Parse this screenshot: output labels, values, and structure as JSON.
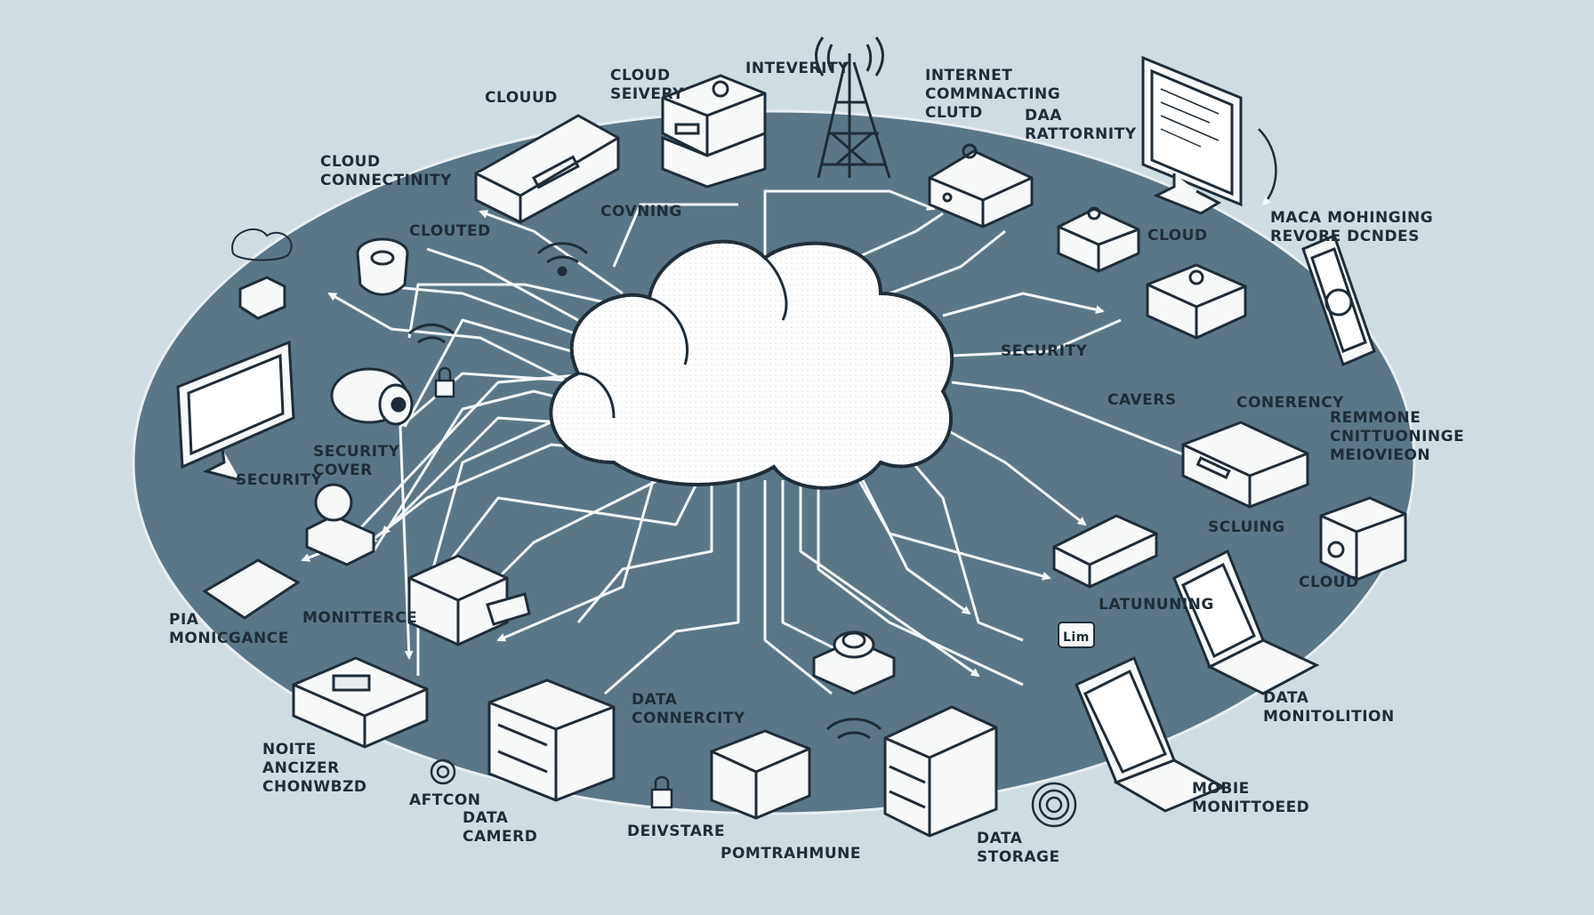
{
  "colors": {
    "background": "#cfdde3",
    "platform": "#5b7787",
    "line": "#f4f7f8",
    "device_fill": "#f7f8f8",
    "device_stroke": "#1f2d38",
    "cloud_fill": "#ffffff"
  },
  "labels": {
    "cloud_server": [
      "CLOUD",
      "SEIVERY"
    ],
    "clouud": [
      "CLOUUD"
    ],
    "interverity": [
      "INTEVERITY"
    ],
    "internet_connecting": [
      "INTERNET",
      "COMMNACTING",
      "CLUTD"
    ],
    "daa_rattornity": [
      "DAA",
      "RATTORNITY"
    ],
    "cloud_connectivity": [
      "CLOUD",
      "CONNECTINITY"
    ],
    "clouted": [
      "CLOUTED"
    ],
    "covning": [
      "COVNING"
    ],
    "maca_monitoring": [
      "MACA MOHINGING",
      "REVORE  DCNDES"
    ],
    "cloud_right": [
      "CLOUD"
    ],
    "security_mid": [
      "SECURITY"
    ],
    "cavers": [
      "CAVERS"
    ],
    "conerency": [
      "CONERENCY"
    ],
    "remmone": [
      "REMMONE",
      "CNITTUONINGE",
      "MEIOVIEON"
    ],
    "security_left": [
      "SECURITY",
      "COVER"
    ],
    "security_bent": [
      "SECURITY"
    ],
    "monitterce": [
      "MONITTERCE"
    ],
    "pia_monicgance": [
      "PIA",
      "MONICGANCE"
    ],
    "scluing": [
      "SCLUING"
    ],
    "cloud_lower_right": [
      "CLOUD"
    ],
    "laruning": [
      "LATUNUNING"
    ],
    "data_connectivity": [
      "DATA",
      "CONNERCITY"
    ],
    "data_monitoring": [
      "DATA",
      "MONITOLITION"
    ],
    "noite_ancizer": [
      "NOITE",
      "ANCIZER",
      "CHONWBZD"
    ],
    "aftcon": [
      "AFTCON"
    ],
    "data_camerd": [
      "DATA",
      "CAMERD"
    ],
    "deivstare": [
      "DEIVSTARE"
    ],
    "pomtrahmune": [
      "POMTRAHMUNE"
    ],
    "data_storage": [
      "DATA",
      "STORAGE"
    ],
    "mobie_monitored": [
      "MOBIE",
      "MONITTOEED"
    ],
    "lim_badge": [
      "Lim"
    ]
  }
}
